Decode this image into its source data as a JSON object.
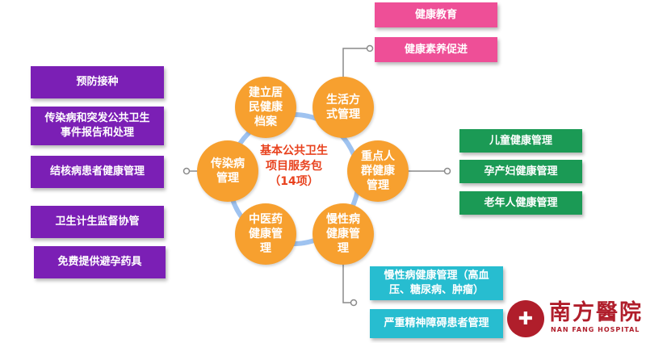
{
  "center": {
    "title": "基本公共卫生\n项目服务包\n（14项）",
    "color": "#E8421E"
  },
  "nodes": [
    "建立居\n民健康\n档案",
    "生活方\n式管理",
    "重点人\n群健康\n管理",
    "慢性病\n健康管\n理",
    "中医药\n健康管\n理",
    "传染病\n管理"
  ],
  "left_boxes": [
    "预防接种",
    "传染病和突发公共卫生\n事件报告和处理",
    "结核病患者健康管理",
    "卫生计生监督协管",
    "免费提供避孕药具"
  ],
  "top_boxes": [
    "健康教育",
    "健康素养促进"
  ],
  "right_boxes": [
    "儿童健康管理",
    "孕产妇健康管理",
    "老年人健康管理"
  ],
  "bottom_boxes": [
    "慢性病健康管理（高血\n压、糖尿病、肿瘤）",
    "严重精神障碍患者管理"
  ],
  "logo": {
    "name": "南方醫院",
    "english": "NAN FANG HOSPITAL"
  },
  "colors": {
    "node": "#F7A02F",
    "ring": "#9FC3F0",
    "left_boxes": "#7B1FB5",
    "top_boxes": "#EE4F97",
    "right_boxes": "#1B9A55",
    "bottom_boxes": "#27BDD0",
    "logo": "#B01E2B"
  }
}
